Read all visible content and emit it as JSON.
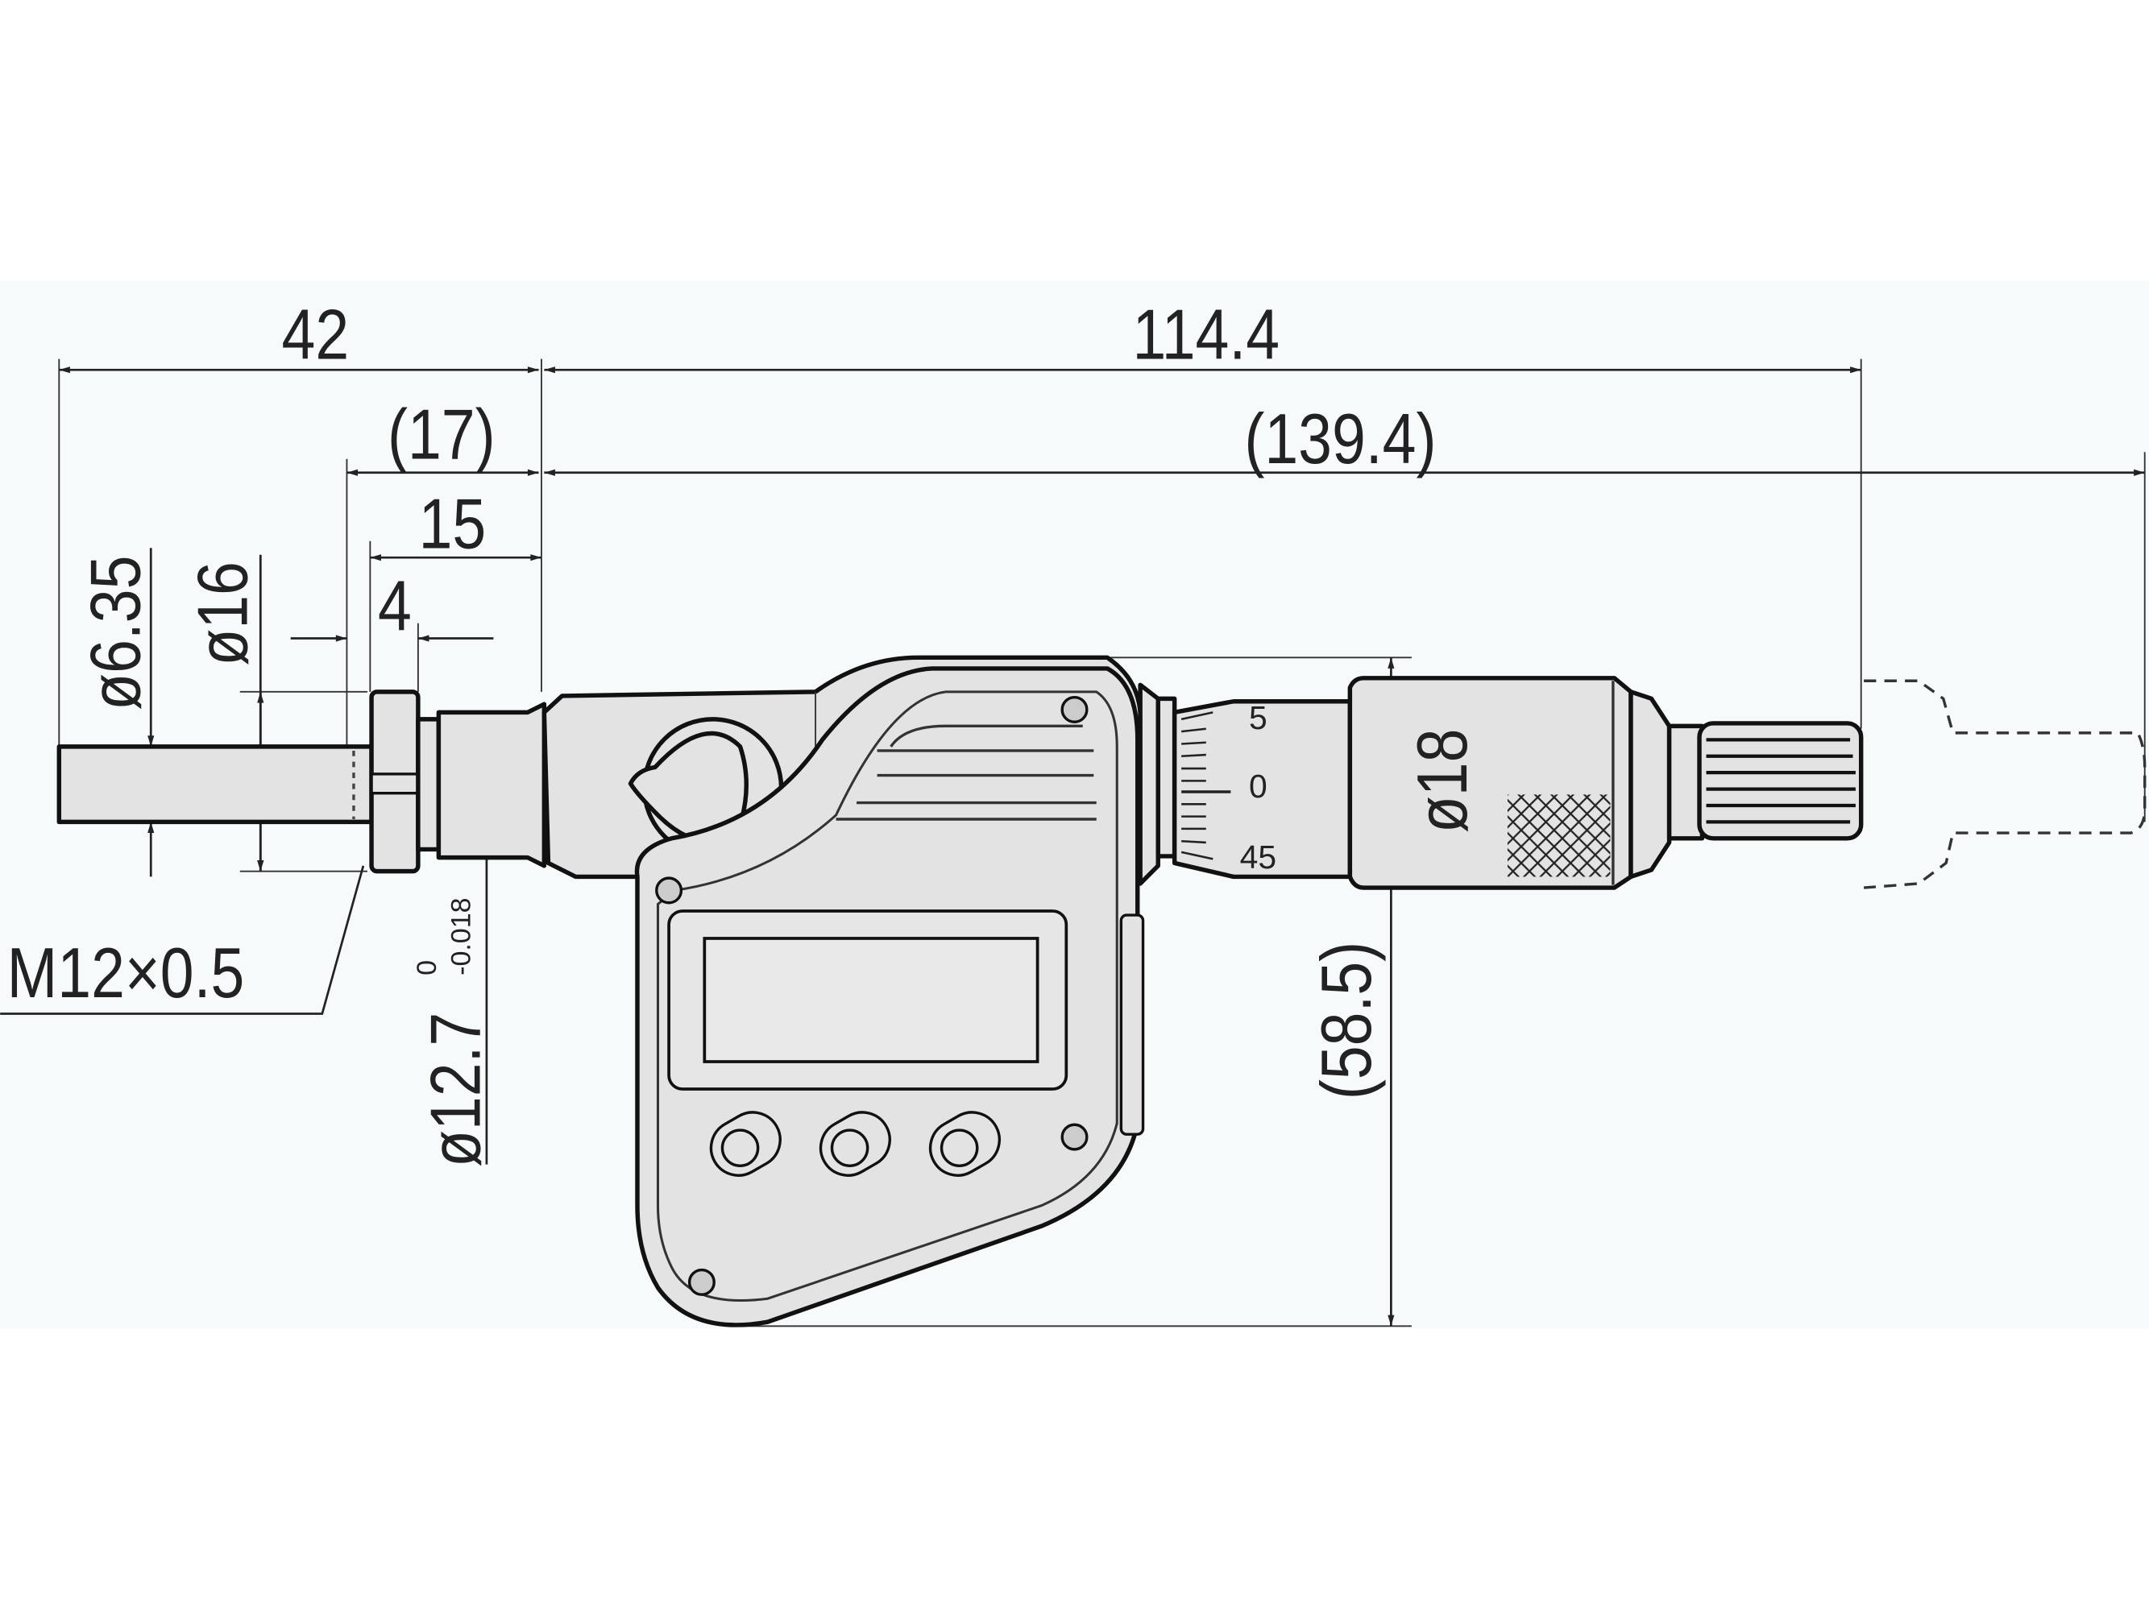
{
  "dimensions": {
    "overall_left": "42",
    "body_length": "114.4",
    "ref_17": "(17)",
    "ref_139_4": "(139.4)",
    "d15": "15",
    "d4": "4",
    "spindle_dia": "ø6.35",
    "flange_dia": "ø16",
    "thread": "M12×0.5",
    "stem_dia": "ø12.7",
    "stem_tol_upper": "0",
    "stem_tol_lower": "-0.018",
    "thimble_dia": "ø18",
    "height": "(58.5)"
  },
  "thimble_scale": {
    "labels": [
      "5",
      "0",
      "45"
    ]
  },
  "colors": {
    "line": "#111111",
    "part_fill": "#e3e3e3",
    "drawing_background": "#f7fafb"
  }
}
